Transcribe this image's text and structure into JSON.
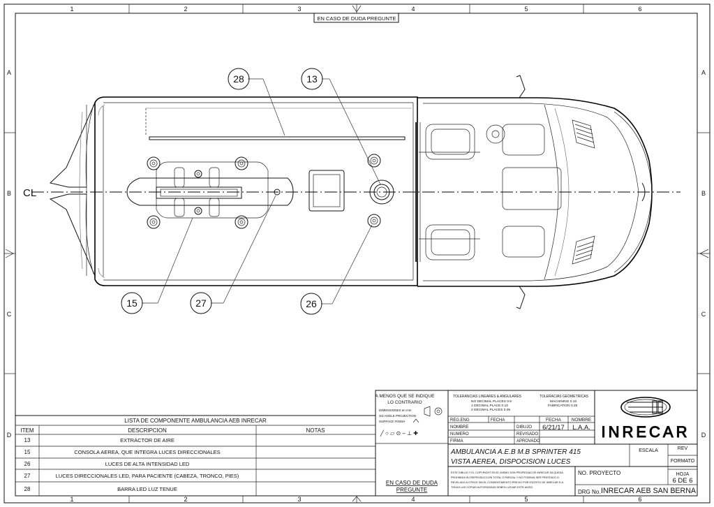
{
  "frame": {
    "columns": [
      "1",
      "2",
      "3",
      "4",
      "5",
      "6"
    ],
    "rows": [
      "A",
      "B",
      "C",
      "D"
    ],
    "top_notice": "EN CASO DE DUDA PREGUNTE"
  },
  "drawing": {
    "centerline_symbol": "CL",
    "callouts": [
      {
        "label": "28"
      },
      {
        "label": "13"
      },
      {
        "label": "15"
      },
      {
        "label": "27"
      },
      {
        "label": "26"
      }
    ]
  },
  "bom": {
    "title": "LISTA DE COMPONENTE AMBULANCIA AEB INRECAR",
    "headers": {
      "item": "ITEM",
      "descripcion": "DESCRIPCION",
      "notas": "NOTAS"
    },
    "rows": [
      {
        "item": "13",
        "descripcion": "EXTRACTOR DE AIRE",
        "notas": ""
      },
      {
        "item": "15",
        "descripcion": "CONSOLA AEREA, QUE INTEGRA LUCES DIRECCIONALES",
        "notas": ""
      },
      {
        "item": "26",
        "descripcion": "LUCES DE ALTA INTENSIDAD LED",
        "notas": ""
      },
      {
        "item": "27",
        "descripcion": "LUCES DIRECCIONALES LED, PARA PACIENTE (CABEZA, TRONCO, PIES)",
        "notas": ""
      },
      {
        "item": "28",
        "descripcion": "BARRA LED LUZ TENUE",
        "notas": ""
      }
    ]
  },
  "title_block": {
    "unless": [
      "A MENOS QUE SE INDIQUE",
      "LO CONTRARIO"
    ],
    "dimensions_note": "DIMENSIONES en mm",
    "projection_note": "3rd ANGLE PROJECTION",
    "surface_note": "SURFACE FINISH",
    "symbols": "╱ ○ ▱ ⊙ – ⊥ ✚",
    "tol_linear": {
      "title": "TOLERANCIAS LINEARES & ANGULARES",
      "lines": [
        "NO DECIMAL PLACES   0.5",
        "1 DECIMAL PLACE     0.10",
        "2 DECIMAL PLACES    0.05"
      ]
    },
    "tol_geo": {
      "title": "TOLERACIAS GEOMETRICAS",
      "lines": [
        "MACHINING   0.10",
        "FABRICATION  0.25"
      ]
    },
    "reg_eng": "REG.ENG",
    "fecha_hdr": "FECHA",
    "nombre": "NOMBRE",
    "numero": "NUMERO",
    "firma": "FIRMA",
    "dibujo": "DIBUJO",
    "revisado": "REVISADO",
    "aprovado": "APROVADO",
    "fecha_col": "FECHA",
    "nombre_col": "NOMBRE",
    "date_value": "6/21/17",
    "name_value": "L.A.A.",
    "project_title": "AMBULANCIA A.E.B  M.B SPRINTER 415",
    "view_title": "VISTA AEREA, DISPOCISION LUCES",
    "copyright": [
      "ESTE DIBUJO Y EL COPYRIGHT EN EL MISMO SON PROPIEDAD DE INRECAR SA QUEDA",
      "PROHIBIDA SU REPRODUCCION TOTAL O PARCIAL Y NO PODRAN SER PRESTADO O",
      "REVELADO A OTROS SIN EL CONSENTIMIENTO PREVIO POR ESCRITO DE INRECAR S.A.",
      "TODAS LAS COPIAS AUTORIZADAS DEBEN LLEVAR ESTE AVISO."
    ],
    "dudas": [
      "EN CASO DE DUDA",
      "PREGUNTE"
    ],
    "brand": "INRECAR",
    "escala": "ESCALA",
    "rev": "REV",
    "formato": "FORMATO",
    "hoja": "HOJA",
    "hoja_value": "6 DE 6",
    "no_proyecto": "NO. PROYECTO",
    "drg_no": "DRG No.",
    "drg_value": "INRECAR AEB SAN BERNA"
  }
}
